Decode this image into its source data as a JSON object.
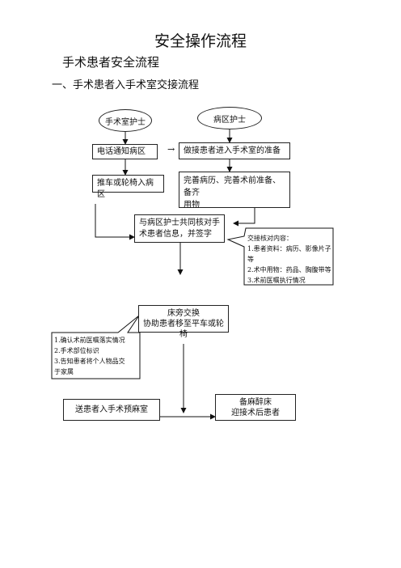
{
  "doc": {
    "title": "安全操作流程",
    "section": "手术患者安全流程",
    "subsection": "一、手术患者入手术室交接流程"
  },
  "flow": {
    "or_nurse": "手术室护士",
    "ward_nurse": "病区护士",
    "notify_ward": "电话通知病区",
    "arrow_glyph": "→",
    "prepare_patient": "做接患者进入手术室的准备",
    "push_to_ward": "推车或轮椅入病区",
    "complete_records": [
      "完善病历、完善术前准备、备齐",
      "用物"
    ],
    "verify_info": [
      "与病区护士共同核对手",
      "术患者信息，并签字"
    ],
    "handover_callout": [
      "交接核对内容：",
      "1.患者资料：病历、影像片子等",
      "2.术中用物：药品、胸腹带等",
      "3.术前医嘱执行情况"
    ],
    "bedside_exchange": [
      "床旁交换",
      "协助患者移至平车或轮椅"
    ],
    "confirm_callout": [
      "1.确认术前医嘱落实情况",
      "2.手术部位标识",
      "3.告知患者将个人物品交",
      "于家属"
    ],
    "send_to_preop": "送患者入手术预麻室",
    "anesthesia_bed": [
      "备麻醉床",
      "迎接术后患者"
    ]
  }
}
